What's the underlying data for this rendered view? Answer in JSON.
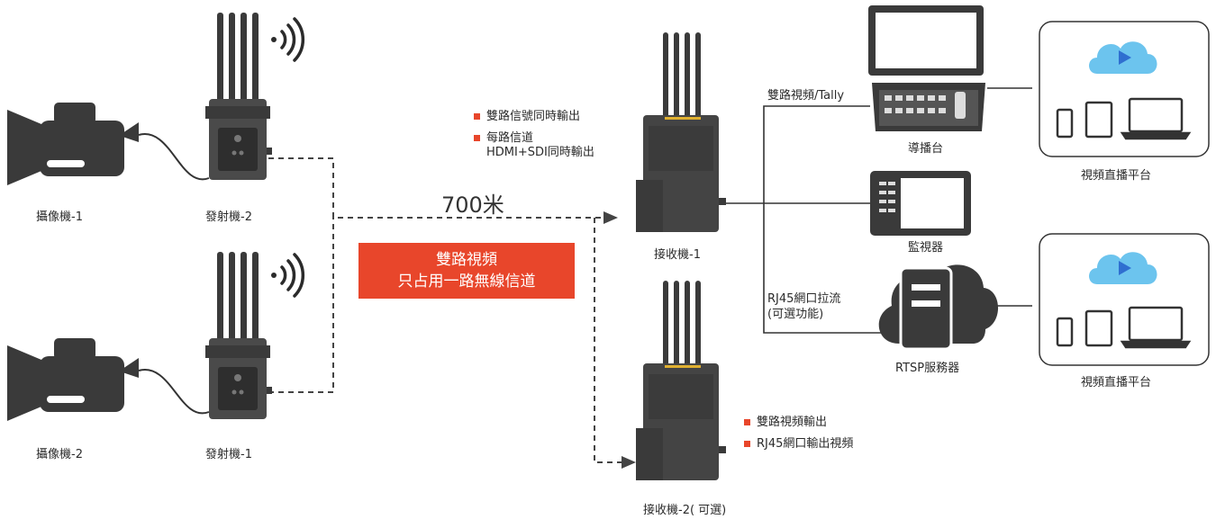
{
  "colors": {
    "accent": "#e8462b",
    "device": "#3a3a3a",
    "cloud": "#6cc4ee",
    "line": "#333333"
  },
  "cameras": [
    {
      "label": "攝像機-1"
    },
    {
      "label": "攝像機-2"
    }
  ],
  "transmitters": [
    {
      "label": "發射機-2"
    },
    {
      "label": "發射機-1"
    }
  ],
  "distance": "700米",
  "banner": {
    "line1": "雙路視頻",
    "line2": "只占用一路無線信道"
  },
  "receiver1": {
    "label": "接收機-1",
    "bullets": [
      {
        "text": "雙路信號同時輸出"
      },
      {
        "text": "每路信道",
        "text2": "HDMI+SDI同時輸出"
      }
    ]
  },
  "receiver2": {
    "label": "接收機-2( 可選)",
    "bullets": [
      {
        "text": "雙路視頻輸出"
      },
      {
        "text": "RJ45網口輸出視頻"
      }
    ]
  },
  "switcher": {
    "label": "導播台",
    "link_label": "雙路視頻/Tally"
  },
  "monitor": {
    "label": "監視器"
  },
  "server": {
    "label": "RTSP服務器",
    "link_label_1": "RJ45網口拉流",
    "link_label_2": "(可選功能)"
  },
  "platforms": [
    {
      "label": "視頻直播平台"
    },
    {
      "label": "視頻直播平台"
    }
  ],
  "icons": [
    "video-camera-icon",
    "transmitter-icon",
    "wifi-signal-icon",
    "receiver-icon",
    "switcher-icon",
    "monitor-icon",
    "cloud-server-icon",
    "play-cloud-icon",
    "phone-icon",
    "tablet-icon",
    "laptop-icon",
    "arrow-icon"
  ]
}
